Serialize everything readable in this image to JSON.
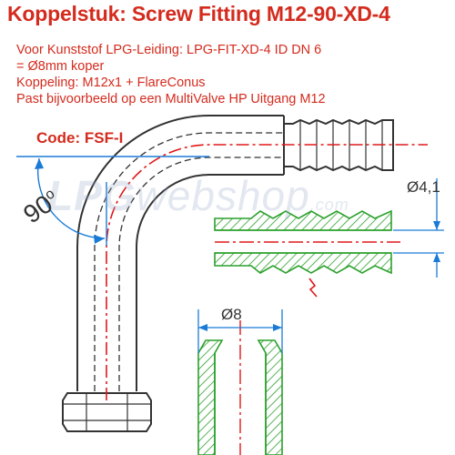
{
  "title": "Koppelstuk: Screw Fitting M12-90-XD-4",
  "description": [
    "Voor Kunststof LPG-Leiding: LPG-FIT-XD-4 ID DN 6",
    "= Ø8mm koper",
    "Koppeling: M12x1 + FlareConus",
    "Past bijvoorbeeld op een MultiValve HP Uitgang M12"
  ],
  "code_label": "Code: FSF-I",
  "dimensions": {
    "inner_diameter": "Ø4,1",
    "outer_diameter": "Ø8",
    "angle_value": "90",
    "angle_unit": "o"
  },
  "watermark": {
    "part_a": "LPG",
    "part_b": "webshop",
    "part_c": ".com"
  },
  "colors": {
    "title_red": "#d42b1e",
    "centerline_red": "#e01818",
    "dimension_blue": "#1a7bd6",
    "hatch_green": "#2aa02a",
    "outline": "#333333"
  }
}
